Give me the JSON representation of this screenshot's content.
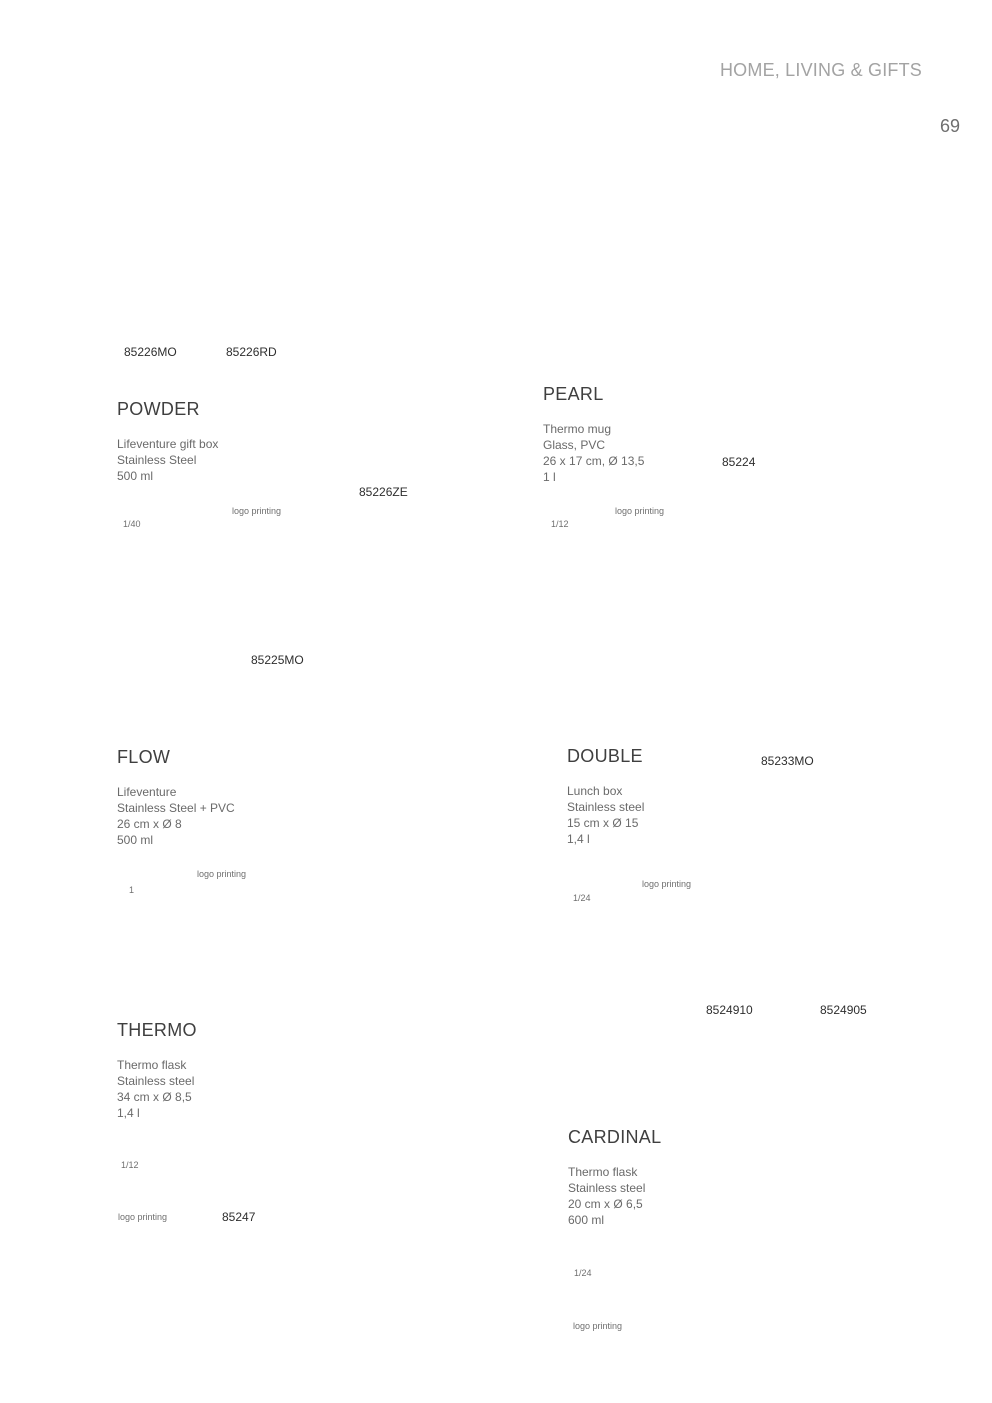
{
  "header": {
    "section": "HOME, LIVING & GIFTS",
    "page_number": "69"
  },
  "products": {
    "powder": {
      "codes": [
        "85226MO",
        "85226RD",
        "85226ZE"
      ],
      "title": "POWDER",
      "lines": [
        "Lifeventure gift box",
        "Stainless Steel",
        "500 ml"
      ],
      "logo": "logo printing",
      "pack": "1/40"
    },
    "pearl": {
      "code": "85224",
      "title": "PEARL",
      "lines": [
        "Thermo mug",
        "Glass, PVC",
        "26 x 17 cm, Ø 13,5",
        "1 l"
      ],
      "logo": "logo printing",
      "pack": "1/12"
    },
    "flow": {
      "code": "85225MO",
      "title": "FLOW",
      "lines": [
        "Lifeventure",
        "Stainless Steel + PVC",
        "26 cm x Ø 8",
        "500 ml"
      ],
      "logo": "logo printing",
      "pack": "1"
    },
    "double": {
      "code": "85233MO",
      "title": "DOUBLE",
      "lines": [
        "Lunch box",
        "Stainless steel",
        "15 cm x Ø 15",
        "1,4 l"
      ],
      "logo": "logo printing",
      "pack": "1/24"
    },
    "thermo": {
      "code": "85247",
      "title": "THERMO",
      "lines": [
        "Thermo flask",
        "Stainless steel",
        "34 cm x Ø 8,5",
        "1,4 l"
      ],
      "logo": "logo printing",
      "pack": "1/12"
    },
    "cardinal": {
      "codes": [
        "8524910",
        "8524905"
      ],
      "title": "CARDINAL",
      "lines": [
        "Thermo flask",
        "Stainless steel",
        "20 cm x Ø 6,5",
        "600 ml"
      ],
      "logo": "logo printing",
      "pack": "1/24"
    }
  }
}
